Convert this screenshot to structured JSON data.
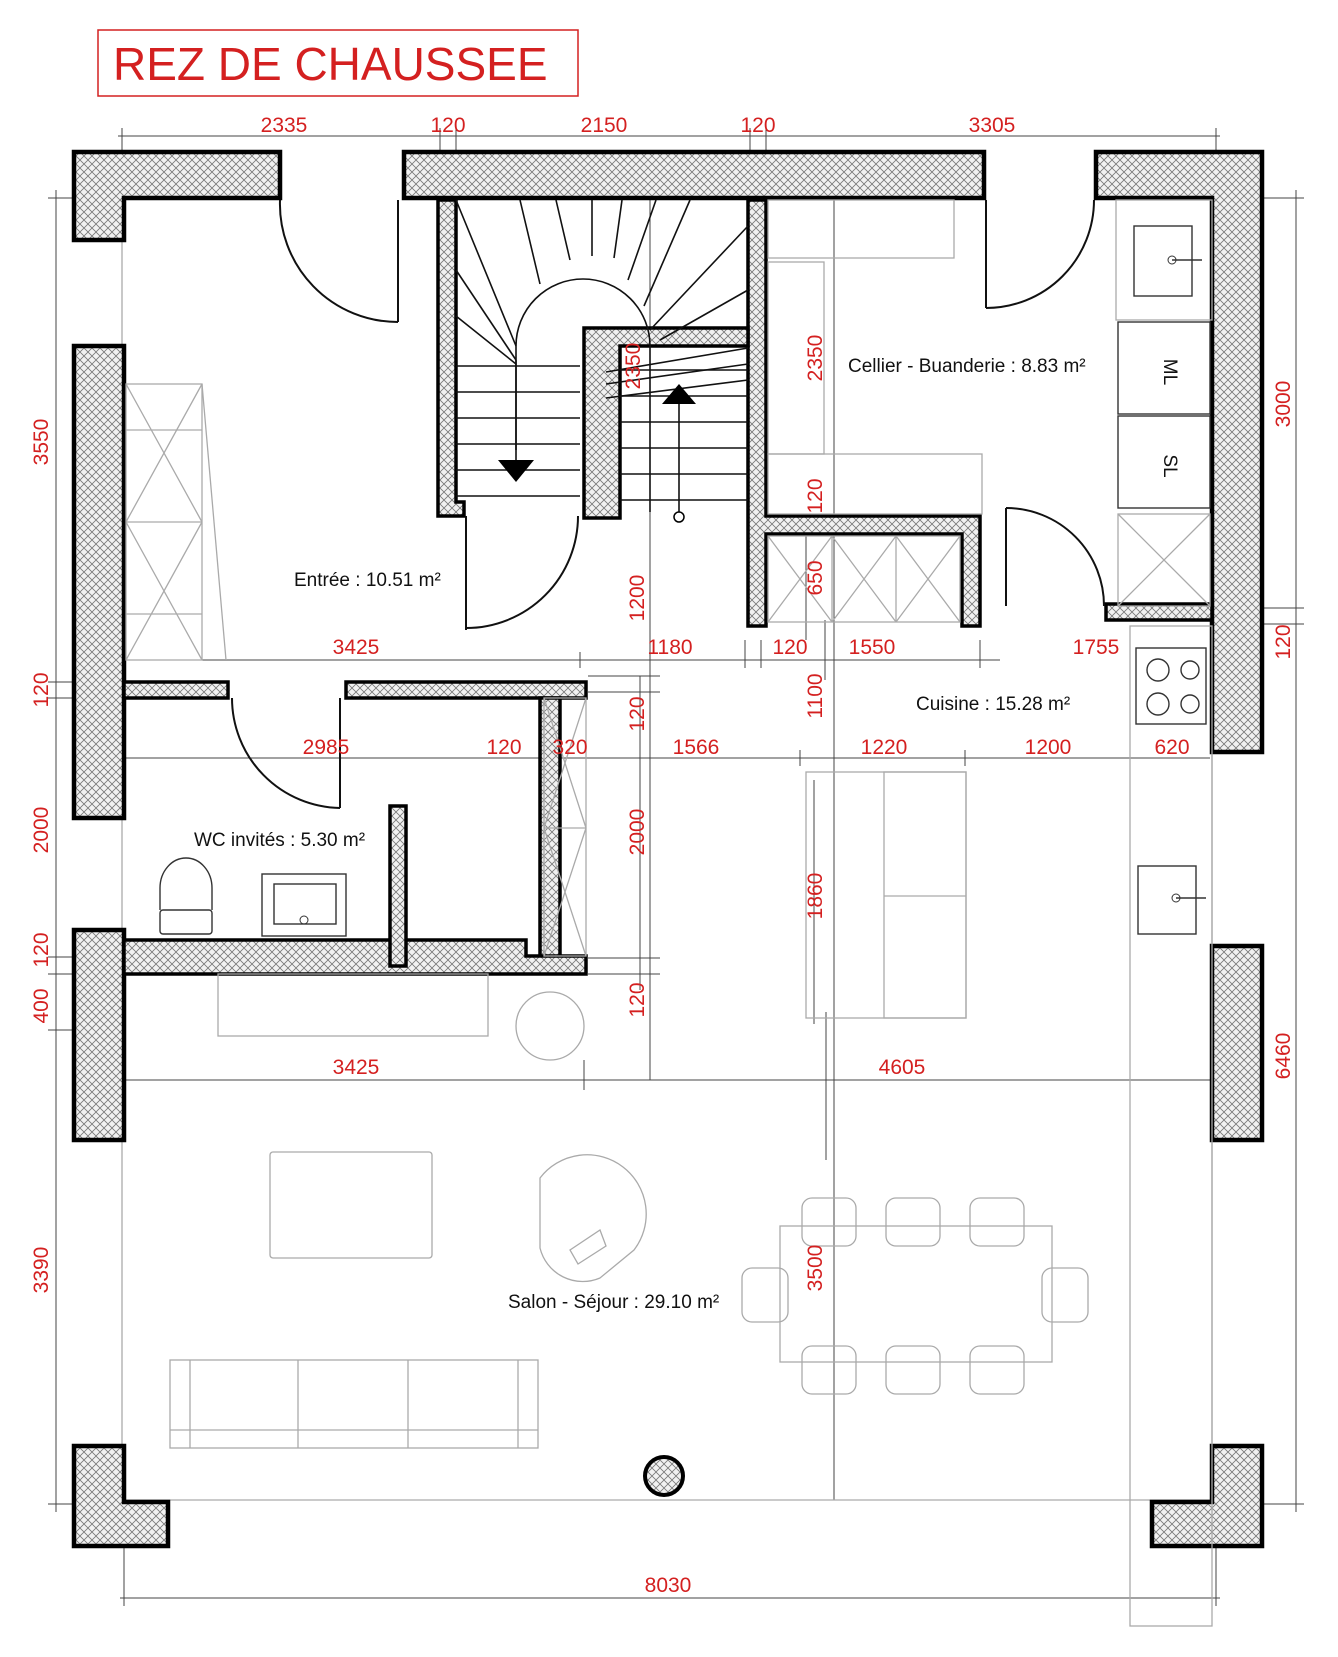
{
  "title": "REZ DE CHAUSSEE",
  "colors": {
    "dimension": "#d42020",
    "wall": "#000000",
    "furniture": "#aaaaaa"
  },
  "rooms": {
    "entree": "Entrée : 10.51 m²",
    "cellier": "Cellier - Buanderie : 8.83 m²",
    "cuisine": "Cuisine : 15.28 m²",
    "wc": "WC invités : 5.30 m²",
    "salon": "Salon - Séjour : 29.10 m²"
  },
  "appliances": {
    "ml": "ML",
    "sl": "SL"
  },
  "dimensions": {
    "top": [
      "2335",
      "120",
      "2150",
      "120",
      "3305"
    ],
    "mid1": [
      "3425",
      "1180",
      "120",
      "1550",
      "1755"
    ],
    "mid2": [
      "2985",
      "120",
      "320",
      "1566",
      "1220",
      "1200",
      "620"
    ],
    "mid3": [
      "3425",
      "4605"
    ],
    "bottom": "8030",
    "left": [
      "3550",
      "120",
      "2000",
      "120",
      "400",
      "3390"
    ],
    "right": [
      "3000",
      "120",
      "6460"
    ],
    "inner": [
      "2350",
      "2350",
      "120",
      "650",
      "1200",
      "1100",
      "120",
      "2000",
      "120",
      "1860",
      "3500"
    ]
  },
  "icons": [
    "stair-down-arrow-icon",
    "stair-up-arrow-icon",
    "sink-icon",
    "cooktop-icon",
    "toilet-icon",
    "armchair-icon",
    "dining-chair-icon",
    "column-icon"
  ]
}
